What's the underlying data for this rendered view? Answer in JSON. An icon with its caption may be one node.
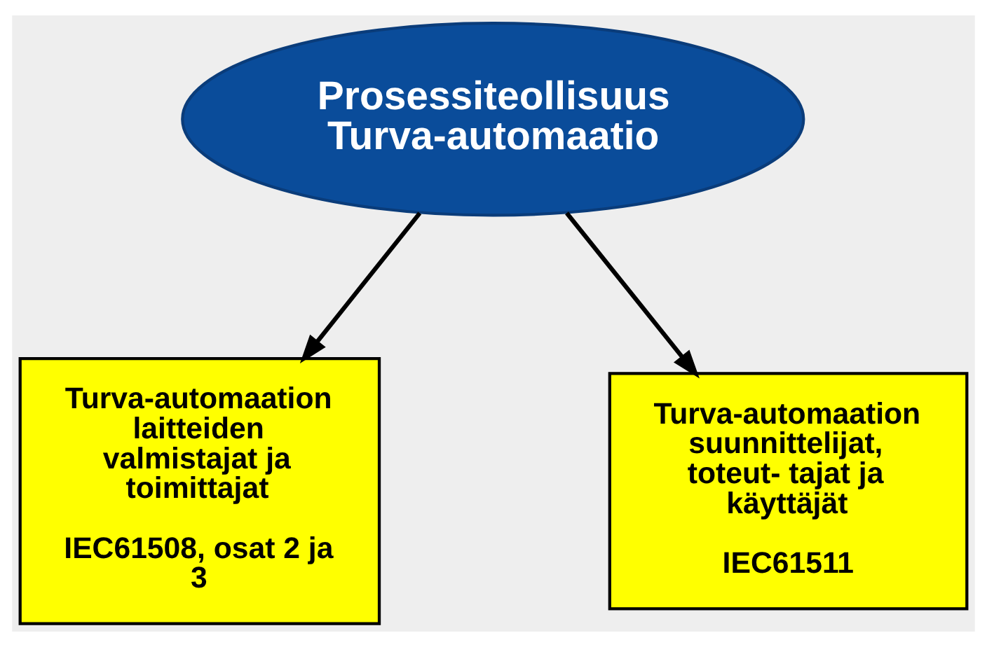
{
  "diagram": {
    "nodes": [
      {
        "text": [
          "Prosessiteollisuus Turva-automaatio"
        ]
      },
      {
        "text": [
          "Turva-automaation laitteiden valmistajat ja toimittajat",
          "IEC61508, osat 2 ja 3"
        ]
      },
      {
        "text": [
          "Turva-automaation suunnittelijat, toteut- tajat ja käyttäjät",
          "IEC61511"
        ]
      }
    ],
    "edges": [
      {
        "from": 0,
        "to": 1,
        "arrow": "to"
      },
      {
        "from": 0,
        "to": 2,
        "arrow": "to"
      }
    ]
  }
}
